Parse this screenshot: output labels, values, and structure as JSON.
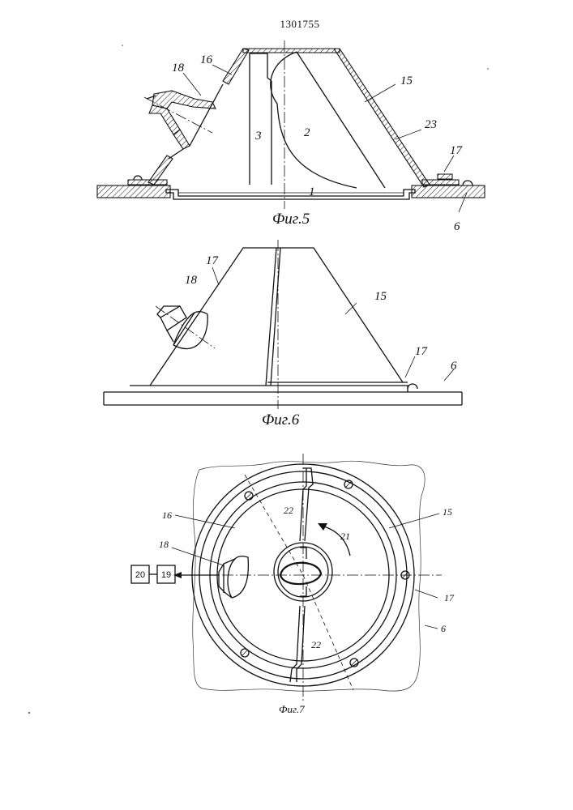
{
  "document": {
    "patent_number": "1301755"
  },
  "fig5": {
    "caption": "Фиг.5",
    "labels": {
      "l18": "18",
      "l16": "16",
      "l15": "15",
      "l23": "23",
      "l3": "3",
      "l2": "2",
      "l17": "17",
      "l1": "1",
      "l6": "6"
    }
  },
  "fig6": {
    "caption": "Фиг.6",
    "labels": {
      "l17a": "17",
      "l18": "18",
      "l15": "15",
      "l17b": "17",
      "l6": "6"
    }
  },
  "fig7": {
    "caption": "Фиг.7",
    "labels": {
      "l22a": "22",
      "l16": "16",
      "l21": "21",
      "l15": "15",
      "l18": "18",
      "l17": "17",
      "l6": "6",
      "l22b": "22"
    },
    "boxes": {
      "b20": "20",
      "b19": "19"
    }
  }
}
